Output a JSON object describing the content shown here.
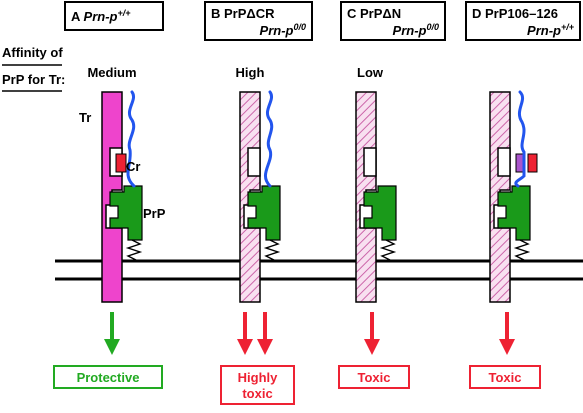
{
  "affinity_label": {
    "line1": "Affinity of",
    "line2": "PrP for Tr:"
  },
  "labels": {
    "tr": "Tr",
    "cr": "Cr",
    "prp": "PrP"
  },
  "panels": [
    {
      "letter": "A",
      "name": "",
      "genotype_base": "Prn-p",
      "genotype_sup": "+/+",
      "affinity": "Medium",
      "arrows": 1,
      "outcome_line1": "Protective",
      "outcome_line2": "",
      "outcome_color": "#22aa22",
      "tr_fill": "solid"
    },
    {
      "letter": "B",
      "name": "PrPΔCR",
      "genotype_base": "Prn-p",
      "genotype_sup": "0/0",
      "affinity": "High",
      "arrows": 2,
      "outcome_line1": "Highly",
      "outcome_line2": "toxic",
      "outcome_color": "#ee2233",
      "tr_fill": "hatched"
    },
    {
      "letter": "C",
      "name": "PrPΔN",
      "genotype_base": "Prn-p",
      "genotype_sup": "0/0",
      "affinity": "Low",
      "arrows": 1,
      "outcome_line1": "Toxic",
      "outcome_line2": "",
      "outcome_color": "#ee2233",
      "tr_fill": "hatched"
    },
    {
      "letter": "D",
      "name": "PrP106–126",
      "genotype_base": "Prn-p",
      "genotype_sup": "+/+",
      "affinity": "",
      "arrows": 1,
      "outcome_line1": "Toxic",
      "outcome_line2": "",
      "outcome_color": "#ee2233",
      "tr_fill": "hatched"
    }
  ],
  "colors": {
    "tr_solid": "#ee44cc",
    "tr_hatch_line": "#cc66aa",
    "prp_green": "#1a9a1a",
    "cr_red": "#ee2233",
    "cr_purple": "#aa55cc",
    "tail_blue": "#2255ee",
    "arrow_green": "#22aa22",
    "arrow_red": "#ee2233"
  }
}
